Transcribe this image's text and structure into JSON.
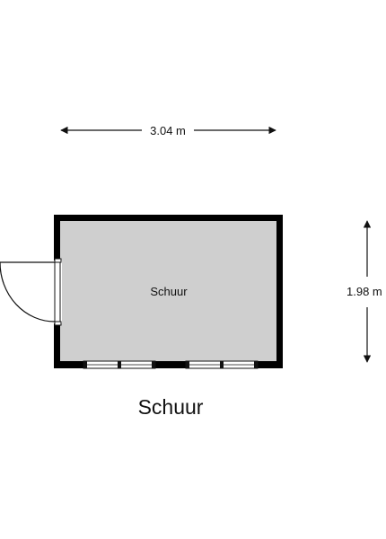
{
  "dimensions": {
    "width_label": "3.04 m",
    "height_label": "1.98 m"
  },
  "room": {
    "name": "Schuur"
  },
  "plan": {
    "title": "Schuur"
  },
  "colors": {
    "wall": "#000000",
    "floor": "#cfcfcf",
    "line": "#111111",
    "background": "#ffffff"
  }
}
